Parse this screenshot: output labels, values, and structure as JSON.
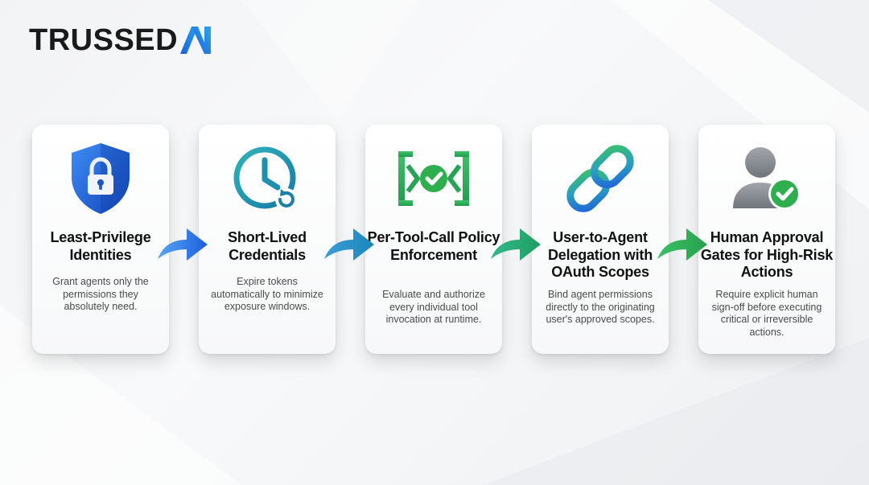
{
  "brand": {
    "name": "TRUSSED"
  },
  "steps": [
    {
      "title": "Least-Privilege Identities",
      "description": "Grant agents only the permissions they absolutely need.",
      "icon": "shield-lock-icon"
    },
    {
      "title": "Short-Lived Credentials",
      "description": "Expire tokens automatically to minimize exposure windows.",
      "icon": "clock-refresh-icon"
    },
    {
      "title": "Per-Tool-Call Policy Enforcement",
      "description": "Evaluate and authorize every individual tool invocation at runtime.",
      "icon": "checkpoint-icon"
    },
    {
      "title": "User-to-Agent Delegation with OAuth Scopes",
      "description": "Bind agent permissions directly to the originating user's approved scopes.",
      "icon": "chain-link-icon"
    },
    {
      "title": "Human Approval Gates for High-Risk Actions",
      "description": "Require explicit human sign-off before executing critical or irreversible actions.",
      "icon": "user-check-icon"
    }
  ],
  "colors": {
    "blue": "#1f6fe0",
    "teal": "#1f9bb0",
    "green": "#2fae4e"
  }
}
